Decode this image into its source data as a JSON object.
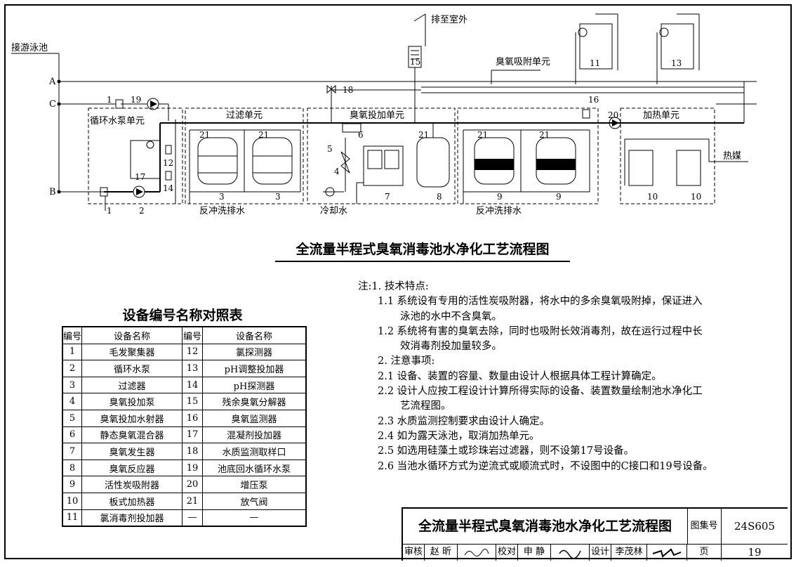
{
  "diagram": {
    "outdoor_label": "排至室外",
    "pool_label": "接游泳池",
    "port_a": "A",
    "port_b": "B",
    "port_c": "C",
    "units": {
      "pump": "循环水泵单元",
      "filter": "过滤单元",
      "ozone_dosing": "臭氧投加单元",
      "adsorption": "臭氧吸附单元",
      "heating": "加热单元"
    },
    "drain_left": "反冲洗排水",
    "drain_right": "反冲洗排水",
    "cooling_water": "冷却水",
    "heat_medium": "热媒",
    "numbers": {
      "n1a": "1",
      "n1b": "1",
      "n2": "2",
      "n3a": "3",
      "n3b": "3",
      "n4": "4",
      "n5": "5",
      "n6": "6",
      "n7": "7",
      "n8": "8",
      "n9a": "9",
      "n9b": "9",
      "n10a": "10",
      "n10b": "10",
      "n11": "11",
      "n12": "12",
      "n13": "13",
      "n14": "14",
      "n15": "15",
      "n16": "16",
      "n17": "17",
      "n18": "18",
      "n19": "19",
      "n20": "20",
      "n21a": "21",
      "n21b": "21",
      "n21c": "21",
      "n21d": "21",
      "n21e": "21"
    },
    "title": "全流量半程式臭氧消毒池水净化工艺流程图"
  },
  "notes": {
    "head": "注:1. 技术特点:",
    "lines": [
      {
        "text": "1.1 系统设有专用的活性炭吸附器，将水中的多余臭氧吸附掉，保证进入",
        "indent": 1
      },
      {
        "text": "泳池的水中不含臭氧。",
        "indent": 2
      },
      {
        "text": "1.2 系统将有害的臭氧去除，同时也吸附长效消毒剂，故在运行过程中长",
        "indent": 1
      },
      {
        "text": "效消毒剂投加量较多。",
        "indent": 2
      },
      {
        "text": "2. 注意事项:",
        "indent": 1
      },
      {
        "text": "2.1 设备、装置的容量、数量由设计人根据具体工程计算确定。",
        "indent": 1
      },
      {
        "text": "2.2 设计人应按工程设计计算所得实际的设备、装置数量绘制池水净化工",
        "indent": 1
      },
      {
        "text": "艺流程图。",
        "indent": 2
      },
      {
        "text": "2.3 水质监测控制要求由设计人确定。",
        "indent": 1
      },
      {
        "text": "2.4 如为露天泳池，取消加热单元。",
        "indent": 1
      },
      {
        "text": "2.5 如选用硅藻土或珍珠岩过滤器，则不设第17号设备。",
        "indent": 1
      },
      {
        "text": "2.6 当池水循环方式为逆流式或顺流式时，不设图中的C接口和19号设备。",
        "indent": 1
      }
    ]
  },
  "equipment_table": {
    "title": "设备编号名称对照表",
    "headers": [
      "编号",
      "设备名称",
      "编号",
      "设备名称"
    ],
    "rows": [
      [
        "1",
        "毛发聚集器",
        "12",
        "氯探测器"
      ],
      [
        "2",
        "循环水泵",
        "13",
        "pH调整投加器"
      ],
      [
        "3",
        "过滤器",
        "14",
        "pH探测器"
      ],
      [
        "4",
        "臭氧投加泵",
        "15",
        "残余臭氧分解器"
      ],
      [
        "5",
        "臭氧投加水射器",
        "16",
        "臭氧监测器"
      ],
      [
        "6",
        "静态臭氧混合器",
        "17",
        "混凝剂投加器"
      ],
      [
        "7",
        "臭氧发生器",
        "18",
        "水质监测取样口"
      ],
      [
        "8",
        "臭氧反应器",
        "19",
        "池底回水循环水泵"
      ],
      [
        "9",
        "活性炭吸附器",
        "20",
        "增压泵"
      ],
      [
        "10",
        "板式加热器",
        "21",
        "放气阀"
      ],
      [
        "11",
        "氯消毒剂投加器",
        "—",
        "—"
      ]
    ]
  },
  "title_block": {
    "title": "全流量半程式臭氧消毒池水净化工艺流程图",
    "atlas_label": "图集号",
    "atlas_no": "24S605",
    "review_label": "审核",
    "reviewer": "赵 昕",
    "check_label": "校对",
    "checker": "申 静",
    "design_label": "设计",
    "designer": "李茂林",
    "page_label": "页",
    "page_no": "19"
  }
}
